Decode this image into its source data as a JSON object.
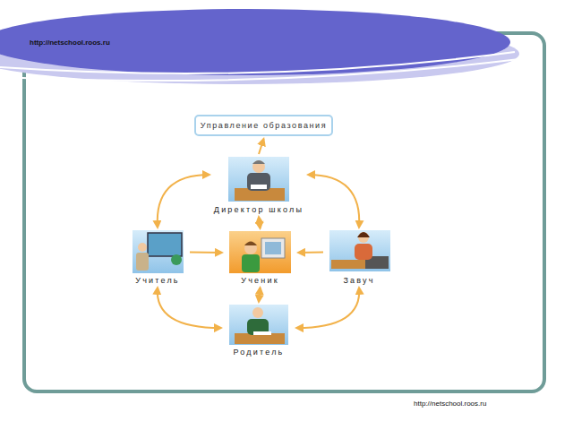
{
  "diagram": {
    "nodes": [
      {
        "text": [
          "Управление образования"
        ]
      },
      {
        "text": [
          "Директор школы"
        ]
      },
      {
        "text": [
          "Учитель"
        ]
      },
      {
        "text": [
          "Ученик"
        ]
      },
      {
        "text": [
          "Завуч"
        ]
      },
      {
        "text": [
          "Родитель"
        ]
      }
    ],
    "edges": [
      {
        "from": 1,
        "to": 0,
        "arrow": "to"
      },
      {
        "from": 1,
        "to": 2,
        "arrow": "both"
      },
      {
        "from": 1,
        "to": 4,
        "arrow": "both"
      },
      {
        "from": 2,
        "to": 5,
        "arrow": "both"
      },
      {
        "from": 4,
        "to": 5,
        "arrow": "both"
      },
      {
        "from": 1,
        "to": 3,
        "arrow": "both"
      },
      {
        "from": 3,
        "to": 5,
        "arrow": "both"
      },
      {
        "from": 2,
        "to": 3,
        "arrow": "to"
      },
      {
        "from": 4,
        "to": 3,
        "arrow": "to"
      }
    ],
    "labels": [
      "http://netschool.roos.ru",
      "http://netschool.roos.ru"
    ]
  }
}
